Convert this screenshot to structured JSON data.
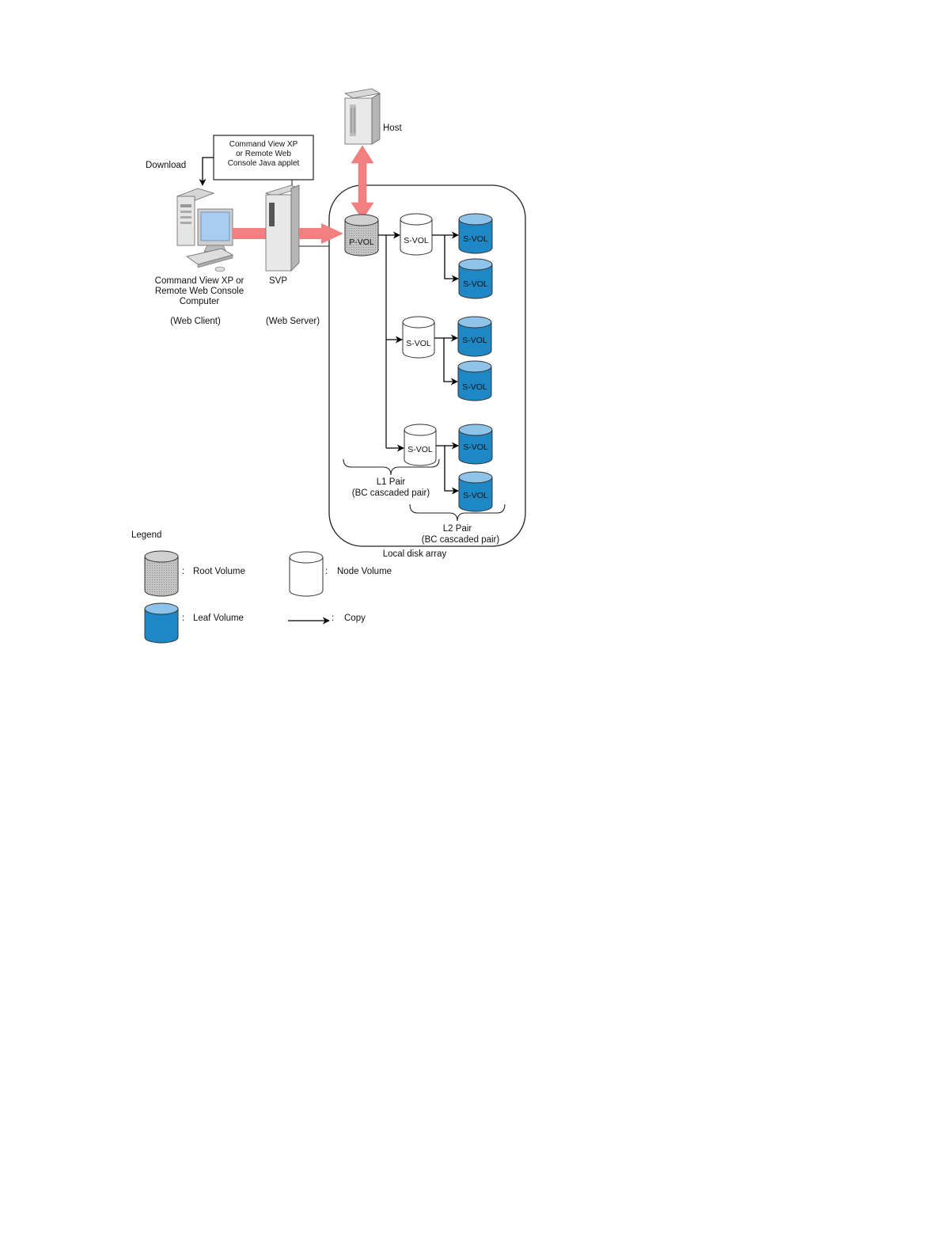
{
  "labels": {
    "host": "Host",
    "applet_line1": "Command View XP",
    "applet_line2": "or Remote Web",
    "applet_line3": "Console Java applet",
    "download": "Download",
    "client_line1": "Command View XP or",
    "client_line2": "Remote Web Console",
    "client_line3": "Computer",
    "client_role": "(Web Client)",
    "svp": "SVP",
    "svp_role": "(Web Server)",
    "local_disk_array": "Local disk array",
    "l1_line1": "L1 Pair",
    "l1_line2": "(BC cascaded pair)",
    "l2_line1": "L2 Pair",
    "l2_line2": "(BC cascaded pair)"
  },
  "volumes": {
    "pvol": "P-VOL",
    "svol": "S-VOL"
  },
  "legend": {
    "title": "Legend",
    "colon": ":",
    "root": "Root Volume",
    "node": "Node Volume",
    "leaf": "Leaf Volume",
    "copy": "Copy"
  },
  "colors": {
    "root_volume": "#c8c8c8",
    "node_volume": "#ffffff",
    "leaf_volume": "#1e88c6",
    "leaf_top": "#8ec3ea",
    "arrow": "#f28080"
  }
}
